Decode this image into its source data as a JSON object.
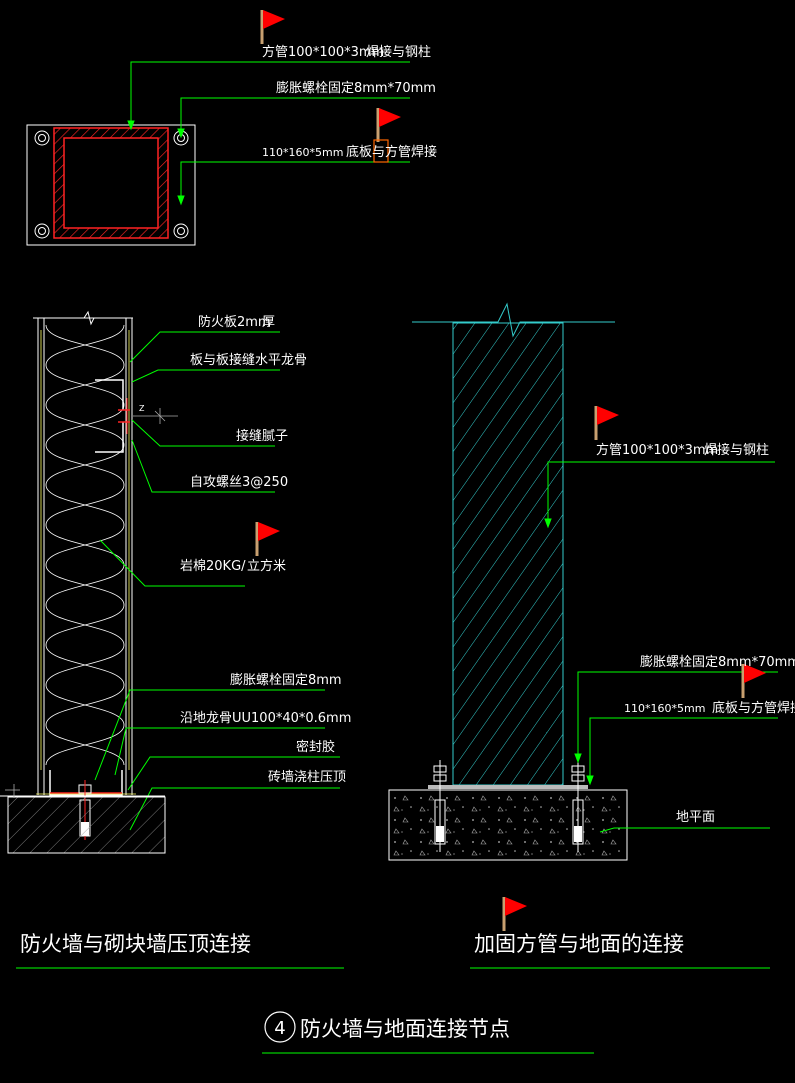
{
  "colors": {
    "background": "#000000",
    "leader": "#00ff00",
    "outline": "#ffffff",
    "steel": "#ff2222",
    "hatch": "#33cccc",
    "flag": "#ff0000",
    "bolt": "#cccccc"
  },
  "icons": [
    "flag-icon",
    "steel-tube-section",
    "anchor-bolt",
    "rock-wool-insulation"
  ],
  "plan_detail": {
    "tube_spec": "方管100*100*3mm",
    "tube_note": "焊接与钢柱",
    "bolt_spec": "膨胀螺栓固定8mm*70mm",
    "plate_spec": "110*160*5mm",
    "plate_note": "底板与方管焊接"
  },
  "wall_detail": {
    "fireboard": "防火板2mm",
    "fireboard_note": "厚",
    "keel": "板与板接缝水平龙骨",
    "joint_sealant": "接缝腻子",
    "screw": "自攻螺丝3@250",
    "rockwool": "岩棉20KG/",
    "rockwool_unit": "立方米",
    "anchor_bolt": "膨胀螺栓固定8mm",
    "floor_track": "沿地龙骨UU100*40*0.6mm",
    "sealing_strip": "密封胶",
    "base_beam": "砖墙浇柱压顶",
    "title": "防火墙与砌块墙压顶连接"
  },
  "column_detail": {
    "tube_spec": "方管100*100*3mm",
    "tube_note": "焊接与钢柱",
    "bolt_spec": "膨胀螺栓固定8mm*70mm",
    "plate_spec": "110*160*5mm",
    "plate_note": "底板与方管焊接",
    "ground": "地平面",
    "title": "加固方管与地面的连接"
  },
  "main_title": {
    "number": "4",
    "text": "防火墙与地面连接节点"
  }
}
